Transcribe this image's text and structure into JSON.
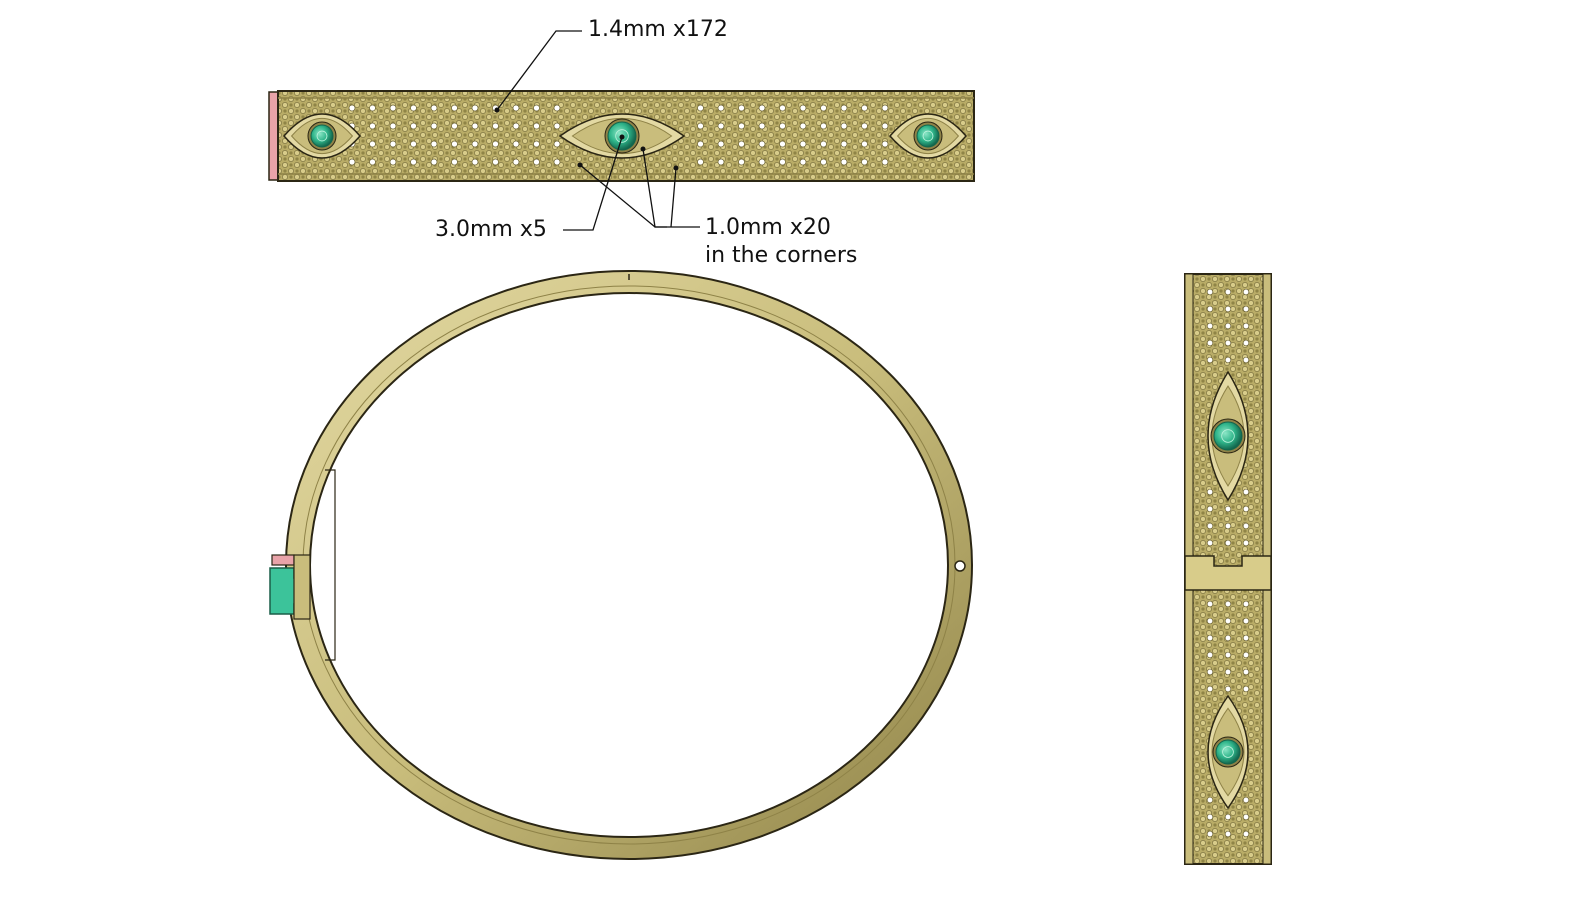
{
  "callouts": {
    "small_stones": "1.4mm x172",
    "center_stones": "3.0mm x5",
    "corner_stones_line1": "1.0mm x20",
    "corner_stones_line2": "in the corners"
  },
  "colors": {
    "gold": "#c9bd7c",
    "gold_dark": "#8e8247",
    "gold_light": "#e3d9a3",
    "emerald": "#2fb58a",
    "pink_pin": "#e9a3a9",
    "outline": "#2b2614",
    "leader_line": "#111111"
  },
  "views": {
    "top_band": {
      "stones_per_row": 28,
      "rows": 4,
      "eyes": 3
    },
    "side_band": {
      "eyes": 2
    }
  }
}
